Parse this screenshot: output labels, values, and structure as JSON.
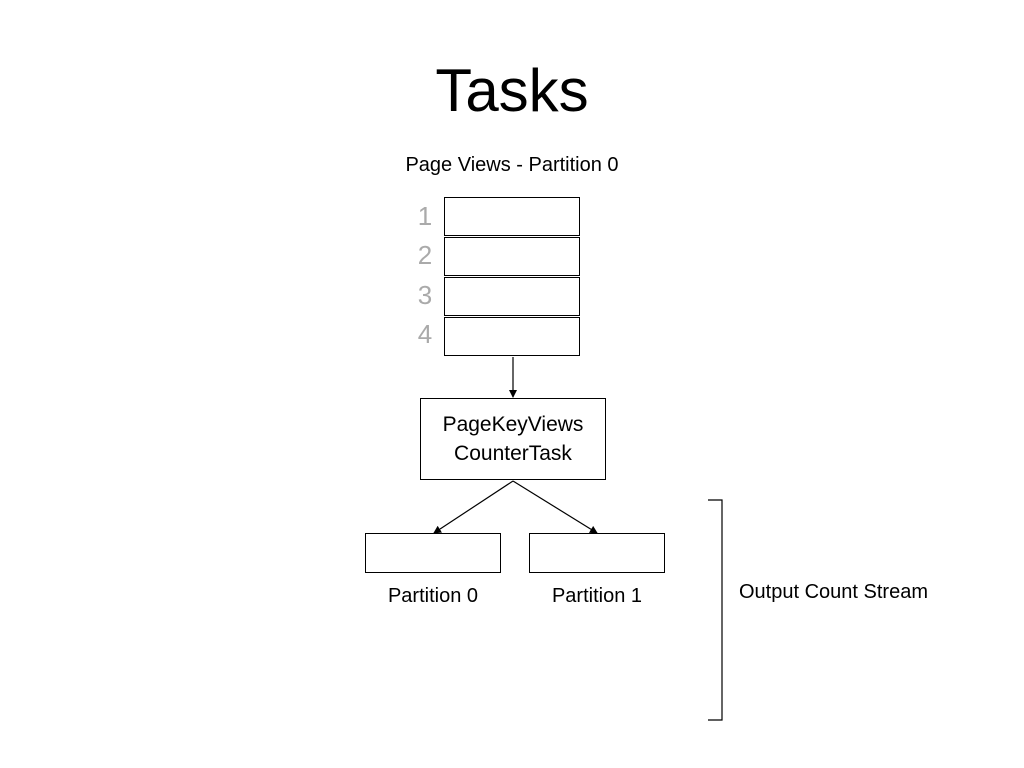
{
  "title": "Tasks",
  "input": {
    "label": "Page Views - Partition 0",
    "offsets": [
      "1",
      "2",
      "3",
      "4"
    ]
  },
  "task": {
    "line1": "PageKeyViews",
    "line2": "CounterTask"
  },
  "output": {
    "partitions": [
      "Partition 0",
      "Partition 1"
    ],
    "label": "Output Count Stream"
  }
}
